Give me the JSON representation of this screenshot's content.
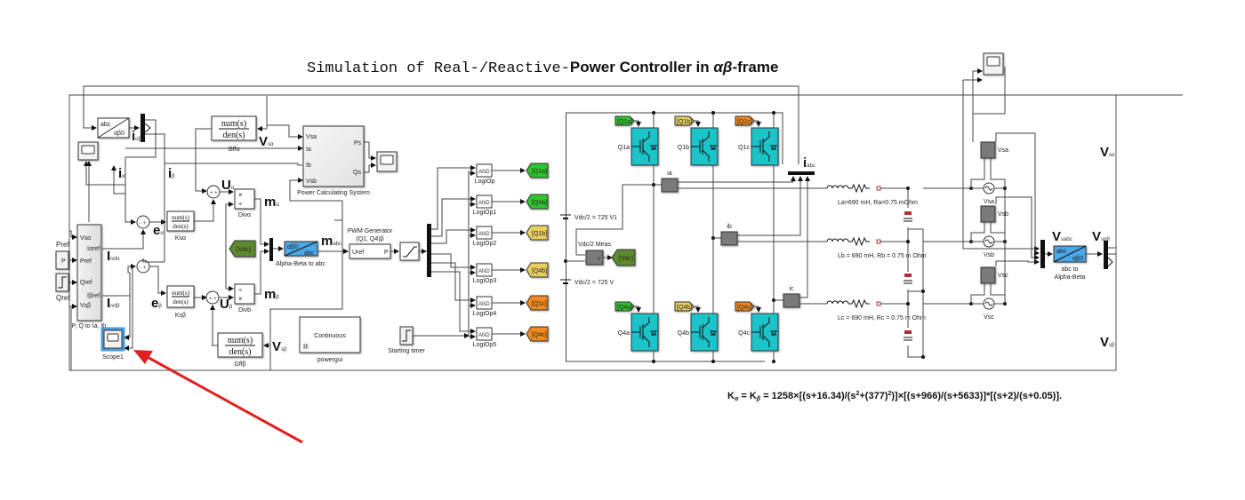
{
  "title": {
    "part1": "Simulation of Real-/Reactive-",
    "part2": "Power Controller in ",
    "part3": "αβ",
    "part4": "-frame"
  },
  "formula": "Kα = Kβ = 1258×[(s+16.34)/(s²+(377)²)]×[(s+966)/(s+5633)]*[(s+2)/(s+0.05)].",
  "formula_parts": {
    "k_alpha": "K",
    "sub_alpha": "α",
    "eq1": " = K",
    "sub_beta": "β",
    "rest1": " = 1258×[(s+16.34)/(s",
    "sup2a": "2",
    "rest2": "+(377)",
    "sup2b": "2",
    "rest3": ")]×[(s+966)/(s+5633)]*[(s+2)/(s+0.05)]."
  },
  "colors": {
    "igbt": "#1cc3c8",
    "goto_q_a": "#2fc42f",
    "goto_q_b": "#e8d060",
    "goto_q_c": "#f08a1c",
    "vdc_goto": "#5e8a2e",
    "transform_block": "#4aa8e8",
    "measurement_block": "#7a7a7a",
    "selection": "#4a9ad8",
    "arrow": "#e02020",
    "powergui_text": "#2a2ad8"
  },
  "blocks": {
    "abc_to_ab0_top": {
      "in": "abc",
      "out": "αβ0"
    },
    "i_alpha_beta_label": {
      "main": "i",
      "sub": "αβ"
    },
    "scope_left": {
      "name": ""
    },
    "gff_alpha": {
      "num": "num(s)",
      "den": "den(s)",
      "name": "Gffα"
    },
    "gff_beta": {
      "num": "num(s)",
      "den": "den(s)",
      "name": "Gffβ"
    },
    "ks_alpha": {
      "num": "num(s)",
      "den": "den(s)",
      "name": "Ksα"
    },
    "ks_beta": {
      "num": "num(s)",
      "den": "den(s)",
      "name": "Ksβ"
    },
    "div_alpha": {
      "name": "Divα",
      "p1": "×",
      "p2": "÷"
    },
    "div_beta": {
      "name": "Divb",
      "p1": "÷",
      "p2": "×"
    },
    "power_calc": {
      "name": "Power Calculating System",
      "inputs": [
        "Vsa",
        "Ia",
        "Ib",
        "Vsb"
      ],
      "outputs": [
        "Ps",
        "Qs"
      ]
    },
    "pq_to_iab": {
      "name": "P, Q to Ia, Ib",
      "inputs": [
        "Vsα",
        "Pref",
        "Qref",
        "Vsβ"
      ],
      "outputs": [
        "Iαref",
        "Iβref"
      ]
    },
    "pref": {
      "label": "Pref",
      "value": "P"
    },
    "qref": {
      "label": "Qref"
    },
    "scope1": {
      "name": "Scope1"
    },
    "vdc_from": {
      "text": "[Vdc]"
    },
    "ab_to_abc": {
      "in": "αβ0",
      "out": "abc",
      "name": "Alpha-Beta to abc"
    },
    "pwm": {
      "title1": "PWM Generator",
      "title2": "(Q1, Q4)β",
      "in": "Uref",
      "out": "P"
    },
    "powergui": {
      "text": "Continuous",
      "name": "powergui"
    },
    "starting_timer": {
      "name": "Starting timer"
    },
    "logic_ops": [
      {
        "op": "AND",
        "name": "LogiOp",
        "goto": "[Q1a]",
        "color": "a"
      },
      {
        "op": "AND",
        "name": "LogiOp1",
        "goto": "[Q4a]",
        "color": "a"
      },
      {
        "op": "AND",
        "name": "LogiOp2",
        "goto": "[Q1b]",
        "color": "b"
      },
      {
        "op": "AND",
        "name": "LogiOp3",
        "goto": "[Q4b]",
        "color": "b"
      },
      {
        "op": "AND",
        "name": "LogiOp4",
        "goto": "[Q1c]",
        "color": "c"
      },
      {
        "op": "AND",
        "name": "LogiOp5",
        "goto": "[Q4c]",
        "color": "c"
      }
    ],
    "dc_sources": [
      {
        "label": "Vdc/2 = 725 V1"
      },
      {
        "label": "Vdc/2 = 725 V"
      }
    ],
    "vdc_meas": {
      "name": "Vdc/2 Meas",
      "port": "v",
      "goto": "[Vdc]"
    },
    "igbts_top": [
      {
        "name": "Q1a",
        "from": "[Q1a]",
        "color": "a"
      },
      {
        "name": "Q1b",
        "from": "[Q1b]",
        "color": "b"
      },
      {
        "name": "Q1c",
        "from": "[Q1c]",
        "color": "c"
      }
    ],
    "igbts_bottom": [
      {
        "name": "Q4a",
        "from": "[Q4a]",
        "color": "a"
      },
      {
        "name": "Q4b",
        "from": "[Q4b]",
        "color": "b"
      },
      {
        "name": "Q4c",
        "from": "[Q4c]",
        "color": "c"
      }
    ],
    "current_meas": [
      {
        "name": "ia"
      },
      {
        "name": "ib"
      },
      {
        "name": "ic"
      }
    ],
    "iabc_label": {
      "main": "i",
      "sub": "abc"
    },
    "line_params": [
      "La=690 mH, Ra=0.75 mOhm",
      "Lb = 690 mH, Rb = 0.75 m Ohm",
      "Lc = 690 mH, Rc = 0.75 m Ohm"
    ],
    "grid_sources": [
      {
        "meas": "Vsa",
        "source": "Vsa"
      },
      {
        "meas": "Vsb",
        "source": "Vsb"
      },
      {
        "meas": "Vsc",
        "source": "Vsc"
      }
    ],
    "abc_to_ab_right": {
      "in": "abc",
      "out": "αβ0",
      "name1": "abc to",
      "name2": "Alpha-Beta"
    }
  },
  "signals": {
    "i_alpha": {
      "main": "i",
      "sub": "α"
    },
    "i_beta": {
      "main": "i",
      "sub": "β"
    },
    "e_alpha": {
      "main": "e",
      "sub": "α"
    },
    "e_beta": {
      "main": "e",
      "sub": "β"
    },
    "u_alpha": {
      "main": "U",
      "sub": "α"
    },
    "u_beta": {
      "main": "U",
      "sub": "β"
    },
    "m_alpha": {
      "main": "m",
      "sub": "α"
    },
    "m_beta": {
      "main": "m",
      "sub": "β"
    },
    "m_abc": {
      "main": "m",
      "sub": "abc"
    },
    "v_s_alpha_top": {
      "main": "V",
      "sub": "sα"
    },
    "v_s_beta_bottom": {
      "main": "V",
      "sub": "sβ"
    },
    "i_ref_alpha": {
      "main": "I",
      "sub": "refα"
    },
    "i_ref_beta": {
      "main": "I",
      "sub": "refβ"
    },
    "v_sabc": {
      "main": "V",
      "sub": "sabc"
    },
    "v_sab": {
      "main": "V",
      "sub": "sαβ"
    },
    "v_s_alpha_right": {
      "main": "V",
      "sub": "sα"
    },
    "v_s_beta_right": {
      "main": "V",
      "sub": "sβ"
    }
  }
}
